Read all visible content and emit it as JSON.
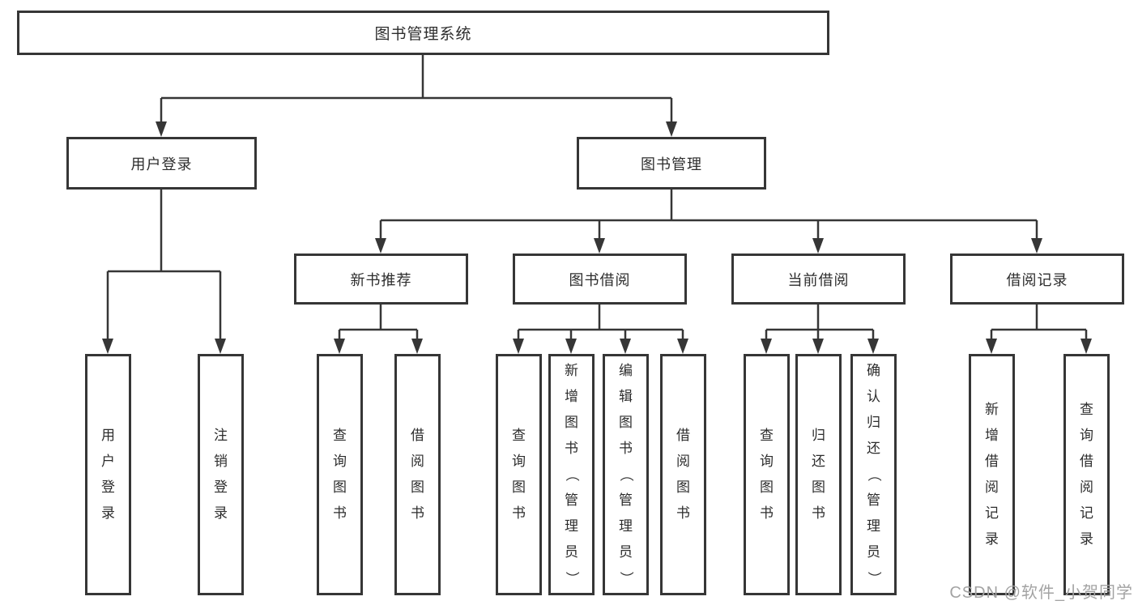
{
  "diagram": {
    "title_note": "library management system function structure diagram",
    "root": {
      "label": "图书管理系统"
    },
    "level2": [
      {
        "label": "用户登录"
      },
      {
        "label": "图书管理"
      }
    ],
    "level3": [
      {
        "label": "新书推荐"
      },
      {
        "label": "图书借阅"
      },
      {
        "label": "当前借阅"
      },
      {
        "label": "借阅记录"
      }
    ],
    "leaves": [
      {
        "label": "用户登录"
      },
      {
        "label": "注销登录"
      },
      {
        "label": "查询图书"
      },
      {
        "label": "借阅图书"
      },
      {
        "label": "查询图书"
      },
      {
        "label": "新增图书（管理员）"
      },
      {
        "label": "编辑图书（管理员）"
      },
      {
        "label": "借阅图书"
      },
      {
        "label": "查询图书"
      },
      {
        "label": "归还图书"
      },
      {
        "label": "确认归还（管理员）"
      },
      {
        "label": "新增借阅记录"
      },
      {
        "label": "查询借阅记录"
      }
    ],
    "colors": {
      "line": "#363636",
      "text": "#2d2d2d",
      "watermark": "#a3a3a3",
      "background": "#ffffff"
    },
    "watermark": "CSDN @软件_小贺同学"
  }
}
